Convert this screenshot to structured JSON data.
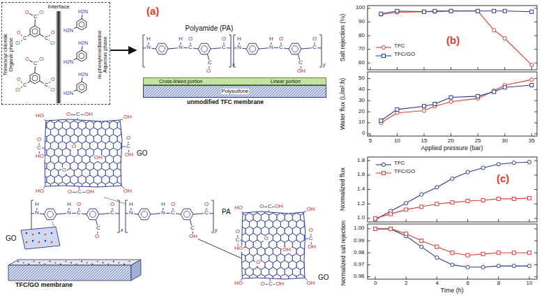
{
  "diagram": {
    "nodes": [
      {
        "text": [
          "Interface",
          "Trimesoyl chloride Organic phase",
          "m-phenylenediamine Aqueous phase"
        ]
      },
      {
        "text": [
          "Polyamide (PA)"
        ]
      },
      {
        "text": [
          "Cross-linked portion",
          "Linear portion"
        ]
      },
      {
        "text": [
          "Polysulfone",
          "unmodified TFC membrane"
        ]
      },
      {
        "text": [
          "TFC/GO membrane"
        ]
      }
    ],
    "edges": [
      {
        "from": 0,
        "to": 1,
        "arrow": "to"
      }
    ],
    "labels": [
      "(a)",
      "C",
      "O",
      "Cl",
      "C",
      "O",
      "Cl",
      "C",
      "O",
      "Cl",
      "C",
      "O",
      "Cl",
      "C",
      "O",
      "Cl",
      "C",
      "O",
      "Cl",
      "H2N",
      "H2N",
      "H2N",
      "H2N",
      "H2N",
      "H2N",
      "N",
      "H",
      "N",
      "H",
      "C",
      "O",
      "C",
      "O",
      "C",
      "O",
      "x",
      "N",
      "H",
      "N",
      "H",
      "C",
      "O",
      "C",
      "O",
      "C",
      "OH",
      "y",
      "N",
      "H",
      "N",
      "H",
      "C",
      "O",
      "C",
      "O",
      "C",
      "O",
      "x",
      "N",
      "H",
      "N",
      "H",
      "C",
      "O",
      "C",
      "O",
      "C",
      "OH",
      "y",
      "HO",
      "O",
      "C",
      "OH",
      "OH",
      "O",
      "C",
      "OH",
      "OH",
      "O",
      "C",
      "OH",
      "HO",
      "O",
      "C",
      "HO",
      "O",
      "OH",
      "O",
      "HO",
      "O",
      "C",
      "OH",
      "OH",
      "O",
      "C",
      "OH",
      "OH",
      "O",
      "C",
      "OH",
      "HO",
      "O",
      "C",
      "HO",
      "O",
      "OH",
      "O",
      "GO",
      "GO",
      "GO",
      "PA",
      "(b)",
      "100",
      "90",
      "80",
      "70",
      "60",
      "Salt rejection (%)",
      "50",
      "40",
      "30",
      "20",
      "10",
      "0",
      "Water flux (L/m².h)",
      "5",
      "10",
      "15",
      "20",
      "25",
      "30",
      "35",
      "Applied pressure (bar)",
      "(c)",
      "1.8",
      "1.6",
      "1.4",
      "1.2",
      "1.0",
      "Normalized flux",
      "1.00",
      "0.99",
      "0.98",
      "0.97",
      "0.96",
      "Normalized salt rejection",
      "0",
      "2",
      "4",
      "6",
      "8",
      "10",
      "Time (h)"
    ],
    "legend": [
      {
        "text": "TFC"
      },
      {
        "text": "TFC/GO"
      },
      {
        "text": "TFC"
      },
      {
        "text": "TFC/GO"
      }
    ]
  }
}
